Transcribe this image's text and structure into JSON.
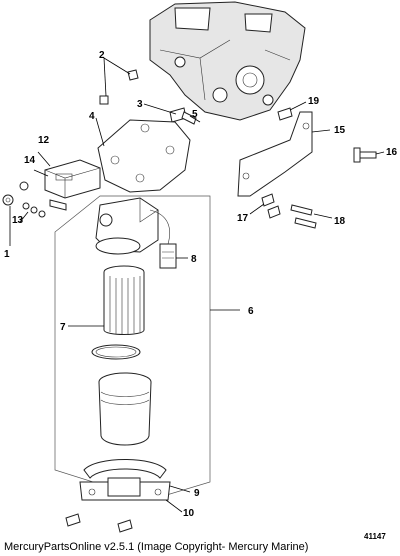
{
  "callouts": [
    {
      "id": "1",
      "label": "1"
    },
    {
      "id": "2",
      "label": "2"
    },
    {
      "id": "3",
      "label": "3"
    },
    {
      "id": "4",
      "label": "4"
    },
    {
      "id": "5",
      "label": "5"
    },
    {
      "id": "6",
      "label": "6"
    },
    {
      "id": "7",
      "label": "7"
    },
    {
      "id": "8",
      "label": "8"
    },
    {
      "id": "9",
      "label": "9"
    },
    {
      "id": "10",
      "label": "10"
    },
    {
      "id": "12",
      "label": "12"
    },
    {
      "id": "13",
      "label": "13"
    },
    {
      "id": "14",
      "label": "14"
    },
    {
      "id": "15",
      "label": "15"
    },
    {
      "id": "16",
      "label": "16"
    },
    {
      "id": "17",
      "label": "17"
    },
    {
      "id": "18",
      "label": "18"
    },
    {
      "id": "19",
      "label": "19"
    }
  ],
  "drawing_number": "41147",
  "footer": "MercuryPartsOnline v2.5.1 (Image Copyright- Mercury Marine)"
}
